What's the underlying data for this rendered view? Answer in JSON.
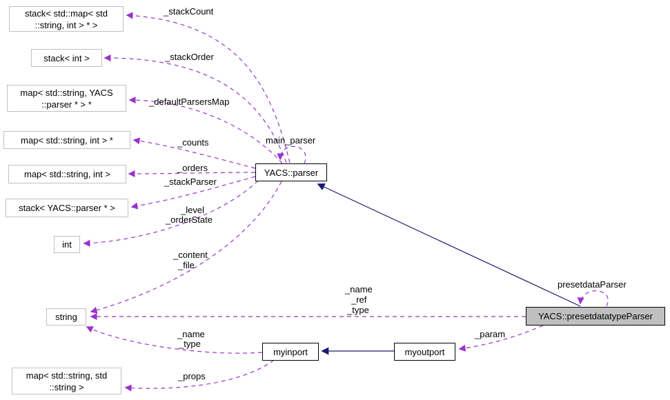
{
  "diagram": {
    "type": "doxygen-collaboration-graph",
    "colors": {
      "usage_edge": "#9a32cd",
      "inheritance_edge": "#191970",
      "template_box_border": "#c0c0c0",
      "class_box_border": "#000000",
      "highlight_box_fill": "#bfbfbf",
      "box_fill": "#ffffff",
      "label_text": "#000000",
      "background": "#ffffff"
    },
    "nodes": {
      "stack_map_int": {
        "lines": [
          "stack< std::map< std",
          "::string, int > * >"
        ]
      },
      "stack_int": {
        "lines": [
          "stack< int >"
        ]
      },
      "map_string_parser": {
        "lines": [
          "map< std::string, YACS",
          "::parser * > *"
        ]
      },
      "map_string_int_ptr": {
        "lines": [
          "map< std::string, int > *"
        ]
      },
      "map_string_int": {
        "lines": [
          "map< std::string, int >"
        ]
      },
      "stack_parser_ptr": {
        "lines": [
          "stack< YACS::parser * >"
        ]
      },
      "int": {
        "lines": [
          "int"
        ]
      },
      "string": {
        "lines": [
          "string"
        ]
      },
      "map_string_string": {
        "lines": [
          "map< std::string, std",
          "::string >"
        ]
      },
      "yacs_parser": {
        "lines": [
          "YACS::parser"
        ]
      },
      "myinport": {
        "lines": [
          "myinport"
        ]
      },
      "myoutport": {
        "lines": [
          "myoutport"
        ]
      },
      "presetdatatype_parser": {
        "lines": [
          "YACS::presetdatatypeParser"
        ]
      }
    },
    "edge_labels": {
      "stack_count": "_stackCount",
      "stack_order": "_stackOrder",
      "default_parsers_map": "_defaultParsersMap",
      "counts": "_counts",
      "orders": "_orders",
      "stack_parser": "_stackParser",
      "level": "_level",
      "order_state": "_orderState",
      "content": "_content",
      "file": "_file",
      "main_parser": "main_parser",
      "name_a": "_name",
      "ref": "_ref",
      "type_a": "_type",
      "param": "_param",
      "presetdata_parser": "presetdataParser",
      "name_b": "_name",
      "type_b": "_type",
      "props": "_props"
    }
  }
}
